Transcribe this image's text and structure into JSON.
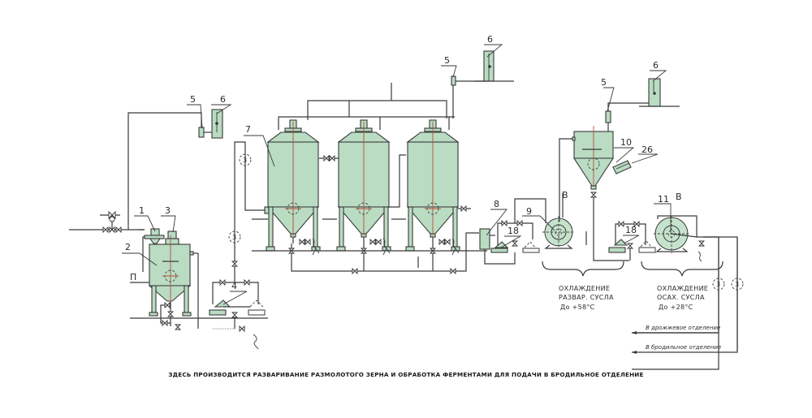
{
  "diagram": {
    "title": "Технологическая схема разваривания и осахаривания",
    "caption": "ЗДЕСЬ ПРОИЗВОДИТСЯ РАЗВАРИВАНИЕ РАЗМОЛОТОГО ЗЕРНА И ОБРАБОТКА ФЕРМЕНТАМИ ДЛЯ ПОДАЧИ В БРОДИЛЬНОЕ ОТДЕЛЕНИЕ",
    "colors": {
      "vessel_fill": "#b9dcc2",
      "line": "#3a3a3a",
      "axis": "#b0503a"
    },
    "equipment_labels": {
      "l1": "1",
      "l2": "2",
      "l3a": "3",
      "l3b": "3",
      "l3c": "3",
      "l3d": "3",
      "l3e": "3",
      "l4": "4",
      "l5a": "5",
      "l5b": "5",
      "l5c": "5",
      "l6a": "6",
      "l6b": "6",
      "l6c": "6",
      "l7": "7",
      "l8": "8",
      "l9": "9",
      "l10": "10",
      "l11": "11",
      "l18a": "18",
      "l18b": "18",
      "l26": "26",
      "pi": "П",
      "va": "В",
      "vb": "В"
    },
    "notes": {
      "cool1_l1": "ОХЛАЖДЕНИЕ",
      "cool1_l2": "РАЗВАР. СУСЛА",
      "cool1_l3": "До    +58°С",
      "cool2_l1": "ОХЛАЖДЕНИЕ",
      "cool2_l2": "ОСАХ. СУСЛА",
      "cool2_l3": "До +28°С",
      "out_yeast": "В дрожжевое отделение",
      "out_ferment": "В бродильное отделение"
    }
  }
}
